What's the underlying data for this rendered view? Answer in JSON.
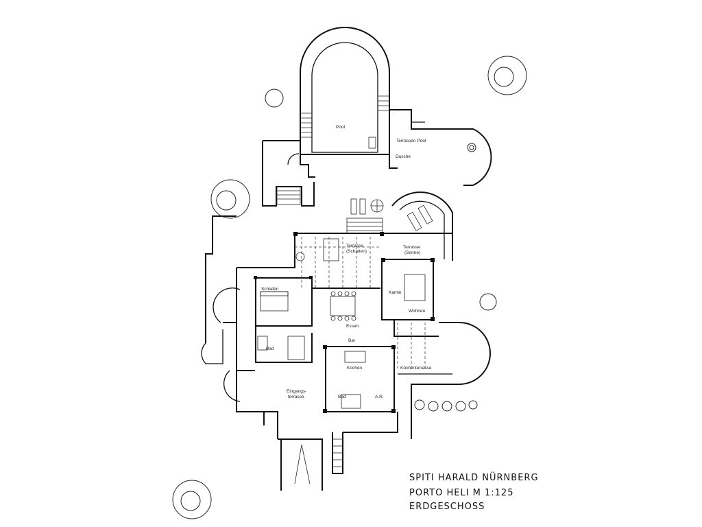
{
  "title_block": {
    "line1": "SPITI HARALD NÜRNBERG",
    "line2": "PORTO HELI   M 1:125",
    "line3": "ERDGESCHOSS"
  },
  "rooms": {
    "pool": "Pool",
    "terrasse_pool": "Terrassen Pool",
    "dusche": "Dusche",
    "terrasse_schatten_1": "Terrasse",
    "terrasse_schatten_2": "(Schatten)",
    "terrasse_sonne_1": "Terrasse",
    "terrasse_sonne_2": "(Sonne)",
    "schlafen": "Schlafen",
    "kamin": "Kamin",
    "wohnen": "Wohnen",
    "essen": "Essen",
    "bar": "Bar",
    "bad_1": "Bad",
    "kochen": "Kochen",
    "kuechenterrasse": "Küchenterrasse",
    "eingangsterrasse_1": "Eingangs-",
    "eingangsterrasse_2": "terrasse",
    "bad_2": "Bad",
    "ar": "A.R."
  }
}
